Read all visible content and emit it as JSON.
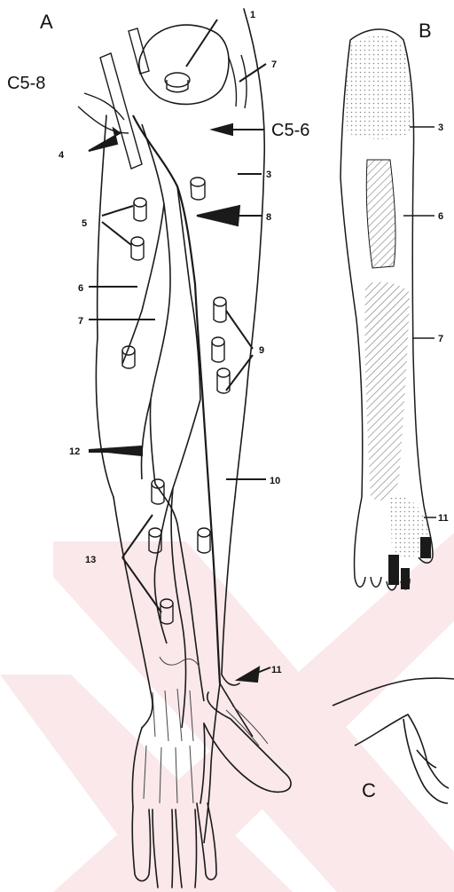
{
  "figure": {
    "panels": {
      "a": "A",
      "b": "B",
      "c": "C"
    },
    "roots": {
      "upper": "C5-8",
      "lower": "C5-6"
    },
    "panel_a_labels": {
      "l1": "1",
      "l2": "7",
      "l3": "3",
      "l4": "4",
      "l5": "5",
      "l6": "6",
      "l7": "7",
      "l8": "8",
      "l9": "9",
      "l10": "10",
      "l11": "11",
      "l12": "12",
      "l13": "13"
    },
    "panel_b_labels": {
      "l3": "3",
      "l6": "6",
      "l7": "7",
      "l11": "11"
    }
  },
  "colors": {
    "line": "#1a1a1a",
    "watermark": "#e2656f",
    "shade": "#777777"
  }
}
